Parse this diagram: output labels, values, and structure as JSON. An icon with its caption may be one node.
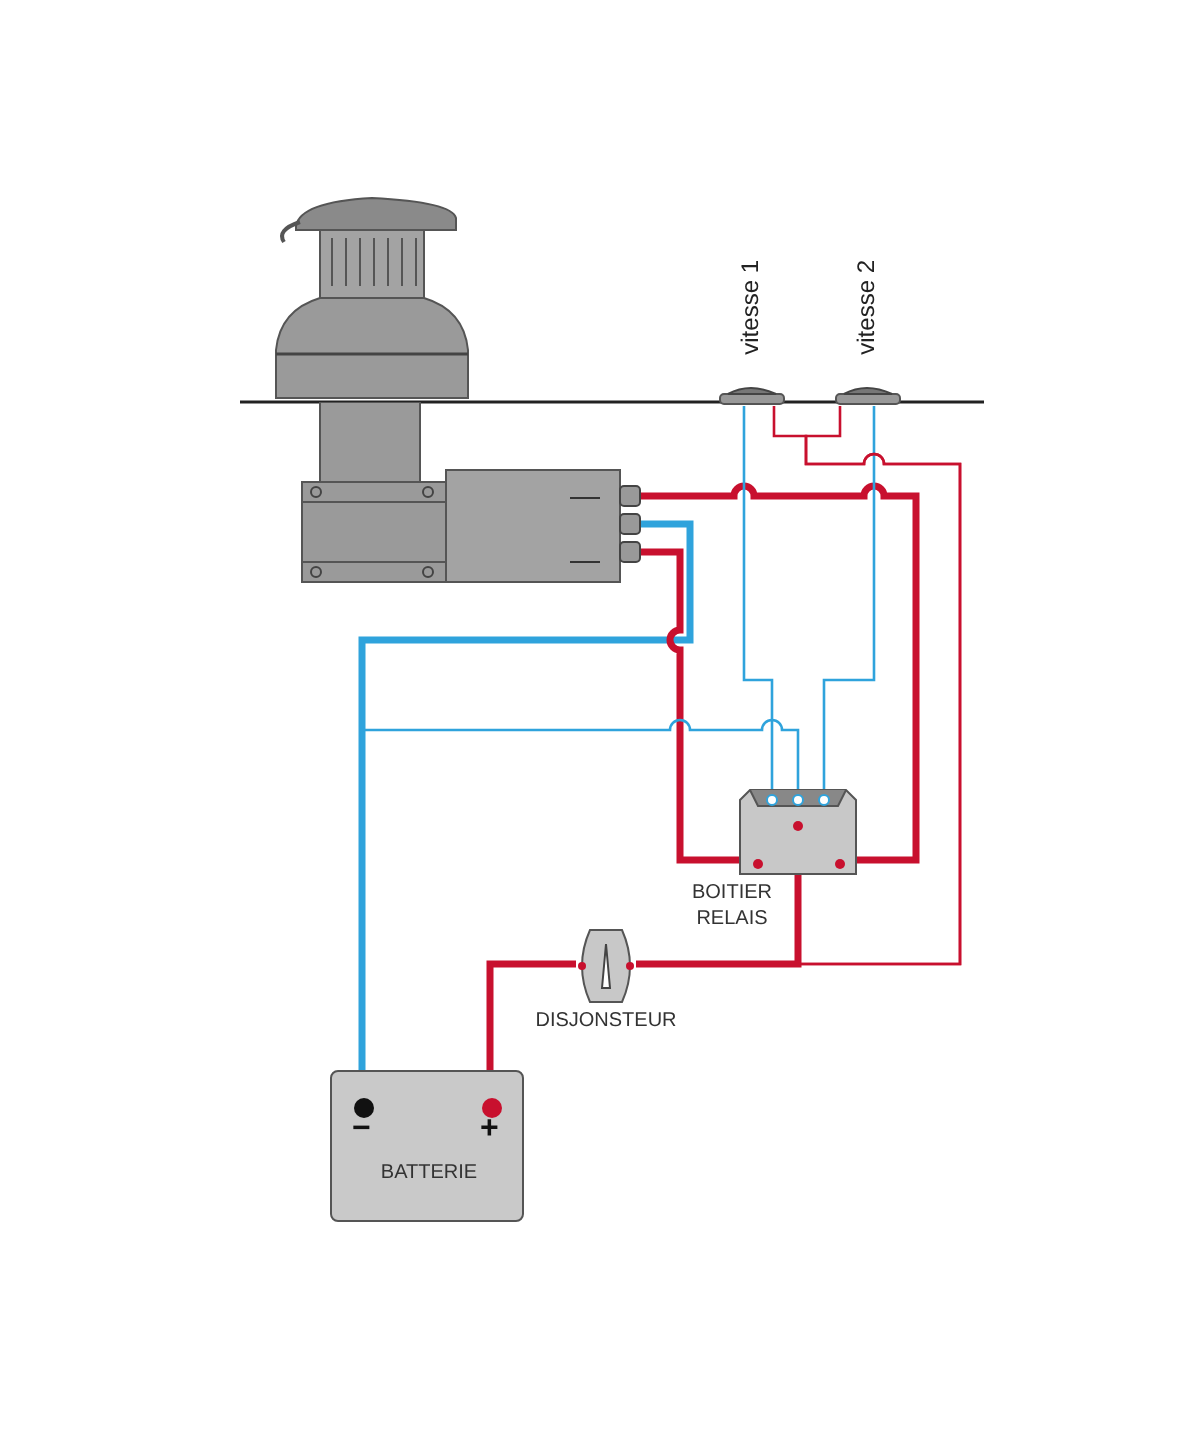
{
  "diagram": {
    "nodes": [
      {
        "text": [],
        "shape": "picture"
      },
      {
        "text": [],
        "shape": "box"
      },
      {
        "text": [
          "vitesse 1"
        ]
      },
      {
        "text": [
          "vitesse 2"
        ]
      },
      {
        "text": [
          "BOITIER RELAIS"
        ]
      },
      {
        "text": [
          "DISJONSTEUR"
        ]
      },
      {
        "text": [
          "−",
          "+",
          "BATTERIE"
        ]
      }
    ],
    "edges": [
      {
        "from": 1,
        "to": 4,
        "arrow": "none",
        "style": "thick"
      },
      {
        "from": 1,
        "to": 6,
        "arrow": "none",
        "style": "thick",
        "color": "#2fa3dc"
      },
      {
        "from": 1,
        "to": 4,
        "arrow": "none",
        "style": "thick"
      },
      {
        "from": 2,
        "to": 4,
        "arrow": "none",
        "color": "#2fa3dc"
      },
      {
        "from": 3,
        "to": 4,
        "arrow": "none",
        "color": "#2fa3dc"
      },
      {
        "from": 6,
        "to": 4,
        "arrow": "none",
        "color": "#2fa3dc"
      },
      {
        "from": 2,
        "to": 5,
        "arrow": "none"
      },
      {
        "from": 3,
        "to": 5,
        "arrow": "none"
      },
      {
        "from": 4,
        "to": 5,
        "arrow": "none",
        "style": "thick"
      },
      {
        "from": 5,
        "to": 6,
        "arrow": "none",
        "style": "thick"
      }
    ]
  }
}
